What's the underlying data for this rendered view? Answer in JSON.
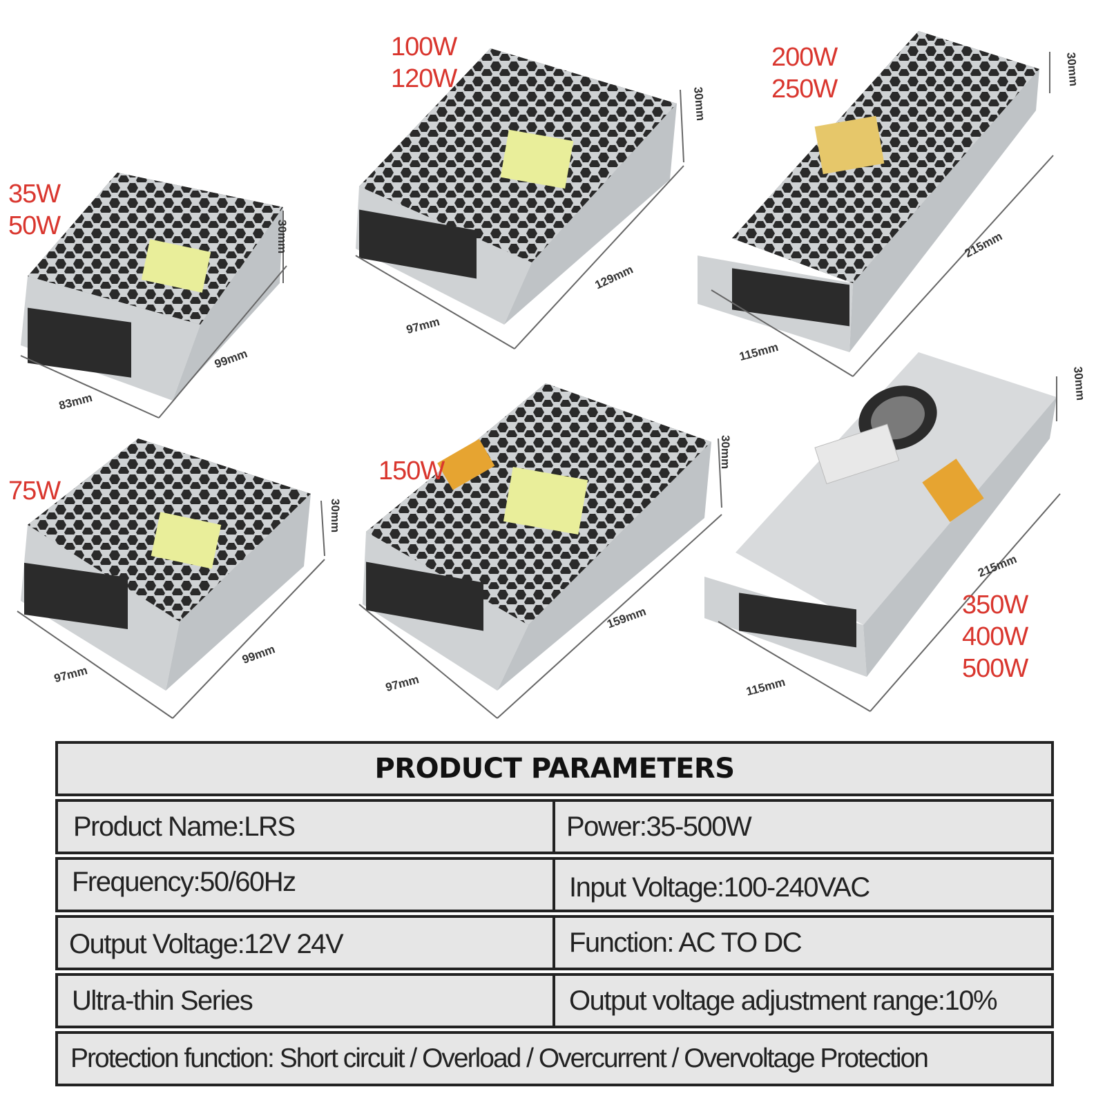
{
  "products": [
    {
      "id": "p35",
      "watts": [
        "35W",
        "50W"
      ],
      "dims": {
        "height": "30mm",
        "length": "99mm",
        "width": "83mm"
      }
    },
    {
      "id": "p100",
      "watts": [
        "100W",
        "120W"
      ],
      "dims": {
        "height": "30mm",
        "length": "129mm",
        "width": "97mm"
      }
    },
    {
      "id": "p200",
      "watts": [
        "200W",
        "250W"
      ],
      "dims": {
        "height": "30mm",
        "length": "215mm",
        "width": "115mm"
      }
    },
    {
      "id": "p75",
      "watts": [
        "75W"
      ],
      "dims": {
        "height": "30mm",
        "length": "99mm",
        "width": "97mm"
      }
    },
    {
      "id": "p150",
      "watts": [
        "150W"
      ],
      "dims": {
        "height": "30mm",
        "length": "159mm",
        "width": "97mm"
      }
    },
    {
      "id": "p350",
      "watts": [
        "350W",
        "400W",
        "500W"
      ],
      "dims": {
        "height": "30mm",
        "length": "215mm",
        "width": "115mm"
      }
    }
  ],
  "params": {
    "title": "PRODUCT PARAMETERS",
    "rows": [
      [
        "Product Name:LRS",
        "Power:35-500W"
      ],
      [
        "Frequency:50/60Hz",
        "Input Voltage:100-240VAC"
      ],
      [
        "Output Voltage:12V 24V",
        "Function: AC TO DC"
      ],
      [
        "Ultra-thin Series",
        "Output voltage adjustment range:10%"
      ],
      [
        "Protection function: Short circuit / Overload / Overcurrent / Overvoltage Protection"
      ]
    ]
  },
  "colors": {
    "watt_label": "#d9362e",
    "table_bg": "#e6e6e6",
    "border": "#222222"
  }
}
